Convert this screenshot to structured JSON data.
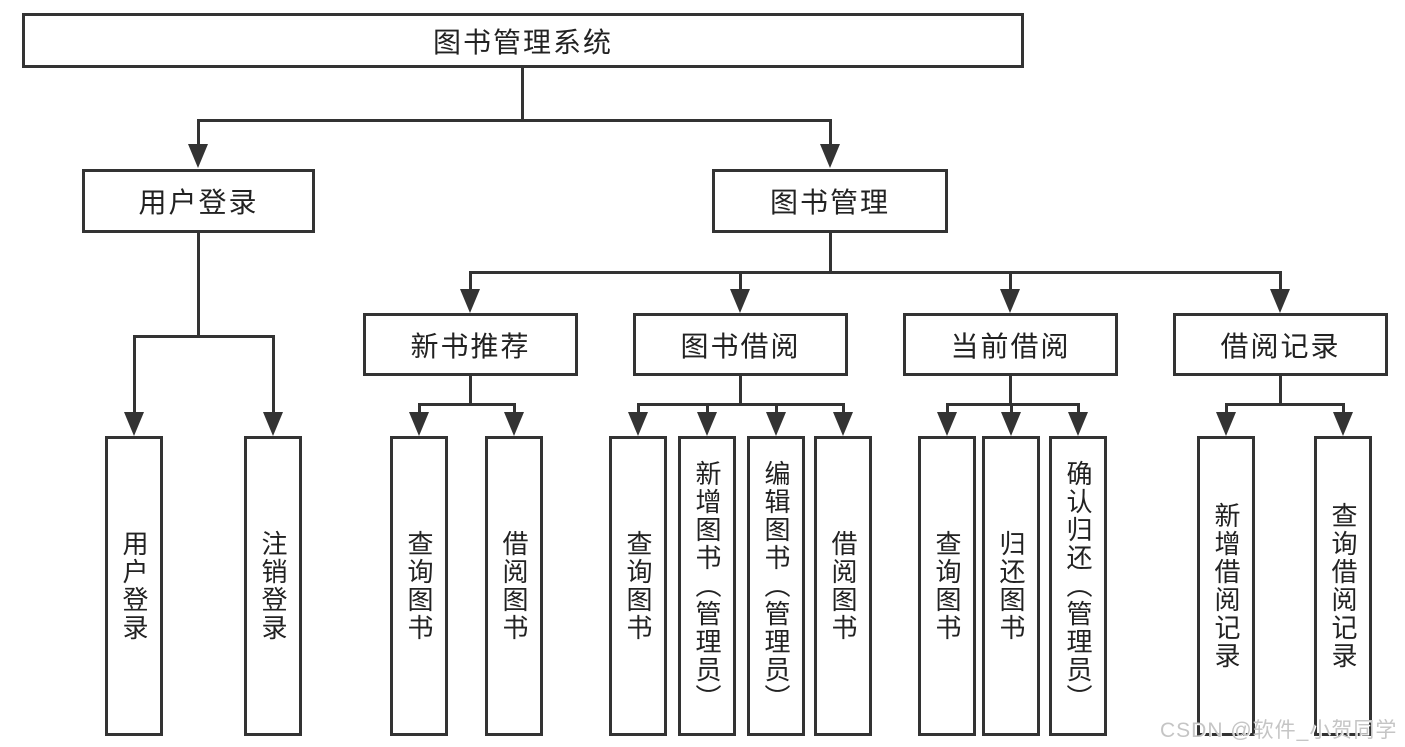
{
  "tree": {
    "root": {
      "label": "图书管理系统"
    },
    "level2": [
      {
        "label": "用户登录",
        "children": [
          "用户登录",
          "注销登录"
        ]
      },
      {
        "label": "图书管理"
      }
    ],
    "level3": [
      {
        "label": "新书推荐",
        "children": [
          "查询图书",
          "借阅图书"
        ]
      },
      {
        "label": "图书借阅",
        "children": [
          "查询图书",
          "新增图书（管理员）",
          "编辑图书（管理员）",
          "借阅图书"
        ]
      },
      {
        "label": "当前借阅",
        "children": [
          "查询图书",
          "归还图书",
          "确认归还（管理员）"
        ]
      },
      {
        "label": "借阅记录",
        "children": [
          "新增借阅记录",
          "查询借阅记录"
        ]
      }
    ]
  },
  "watermark": {
    "text": "CSDN @软件_小贺同学"
  },
  "colors": {
    "line": "#333333",
    "text": "#222222",
    "watermark": "#c5c5c5",
    "background": "#ffffff"
  }
}
